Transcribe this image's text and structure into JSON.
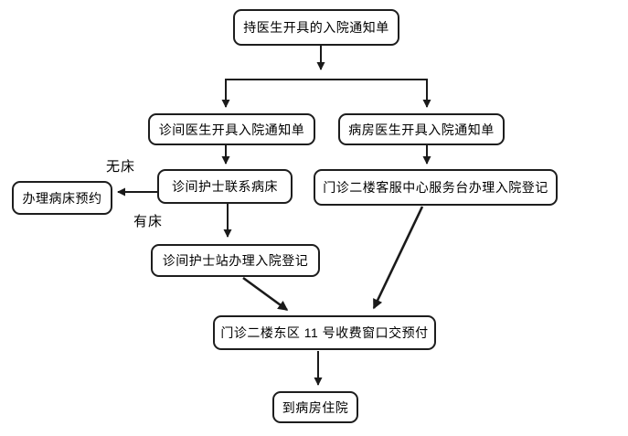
{
  "diagram": {
    "type": "flowchart",
    "background": "#ffffff",
    "colors": {
      "line": "#1a1a1a",
      "node_border": "#1d1d1d",
      "node_fill": "#ffffff",
      "text": "#000000"
    },
    "nodes": [
      {
        "id": "start",
        "label": "持医生开具的入院通知单"
      },
      {
        "id": "clinic-doctor-notice",
        "label": "诊间医生开具入院通知单"
      },
      {
        "id": "ward-doctor-notice",
        "label": "病房医生开具入院通知单"
      },
      {
        "id": "clinic-nurse-contact-bed",
        "label": "诊间护士联系病床"
      },
      {
        "id": "bed-reservation",
        "label": "办理病床预约"
      },
      {
        "id": "clinic-nurse-station-register",
        "label": "诊间护士站办理入院登记"
      },
      {
        "id": "service-center-register",
        "label": "门诊二楼客服中心服务台办理入院登记"
      },
      {
        "id": "payment-window",
        "label": "门诊二楼东区 11 号收费窗口交预付"
      },
      {
        "id": "ward-admission",
        "label": "到病房住院"
      }
    ],
    "edge_labels": [
      {
        "id": "no-bed",
        "label": "无床"
      },
      {
        "id": "has-bed",
        "label": "有床"
      }
    ]
  }
}
